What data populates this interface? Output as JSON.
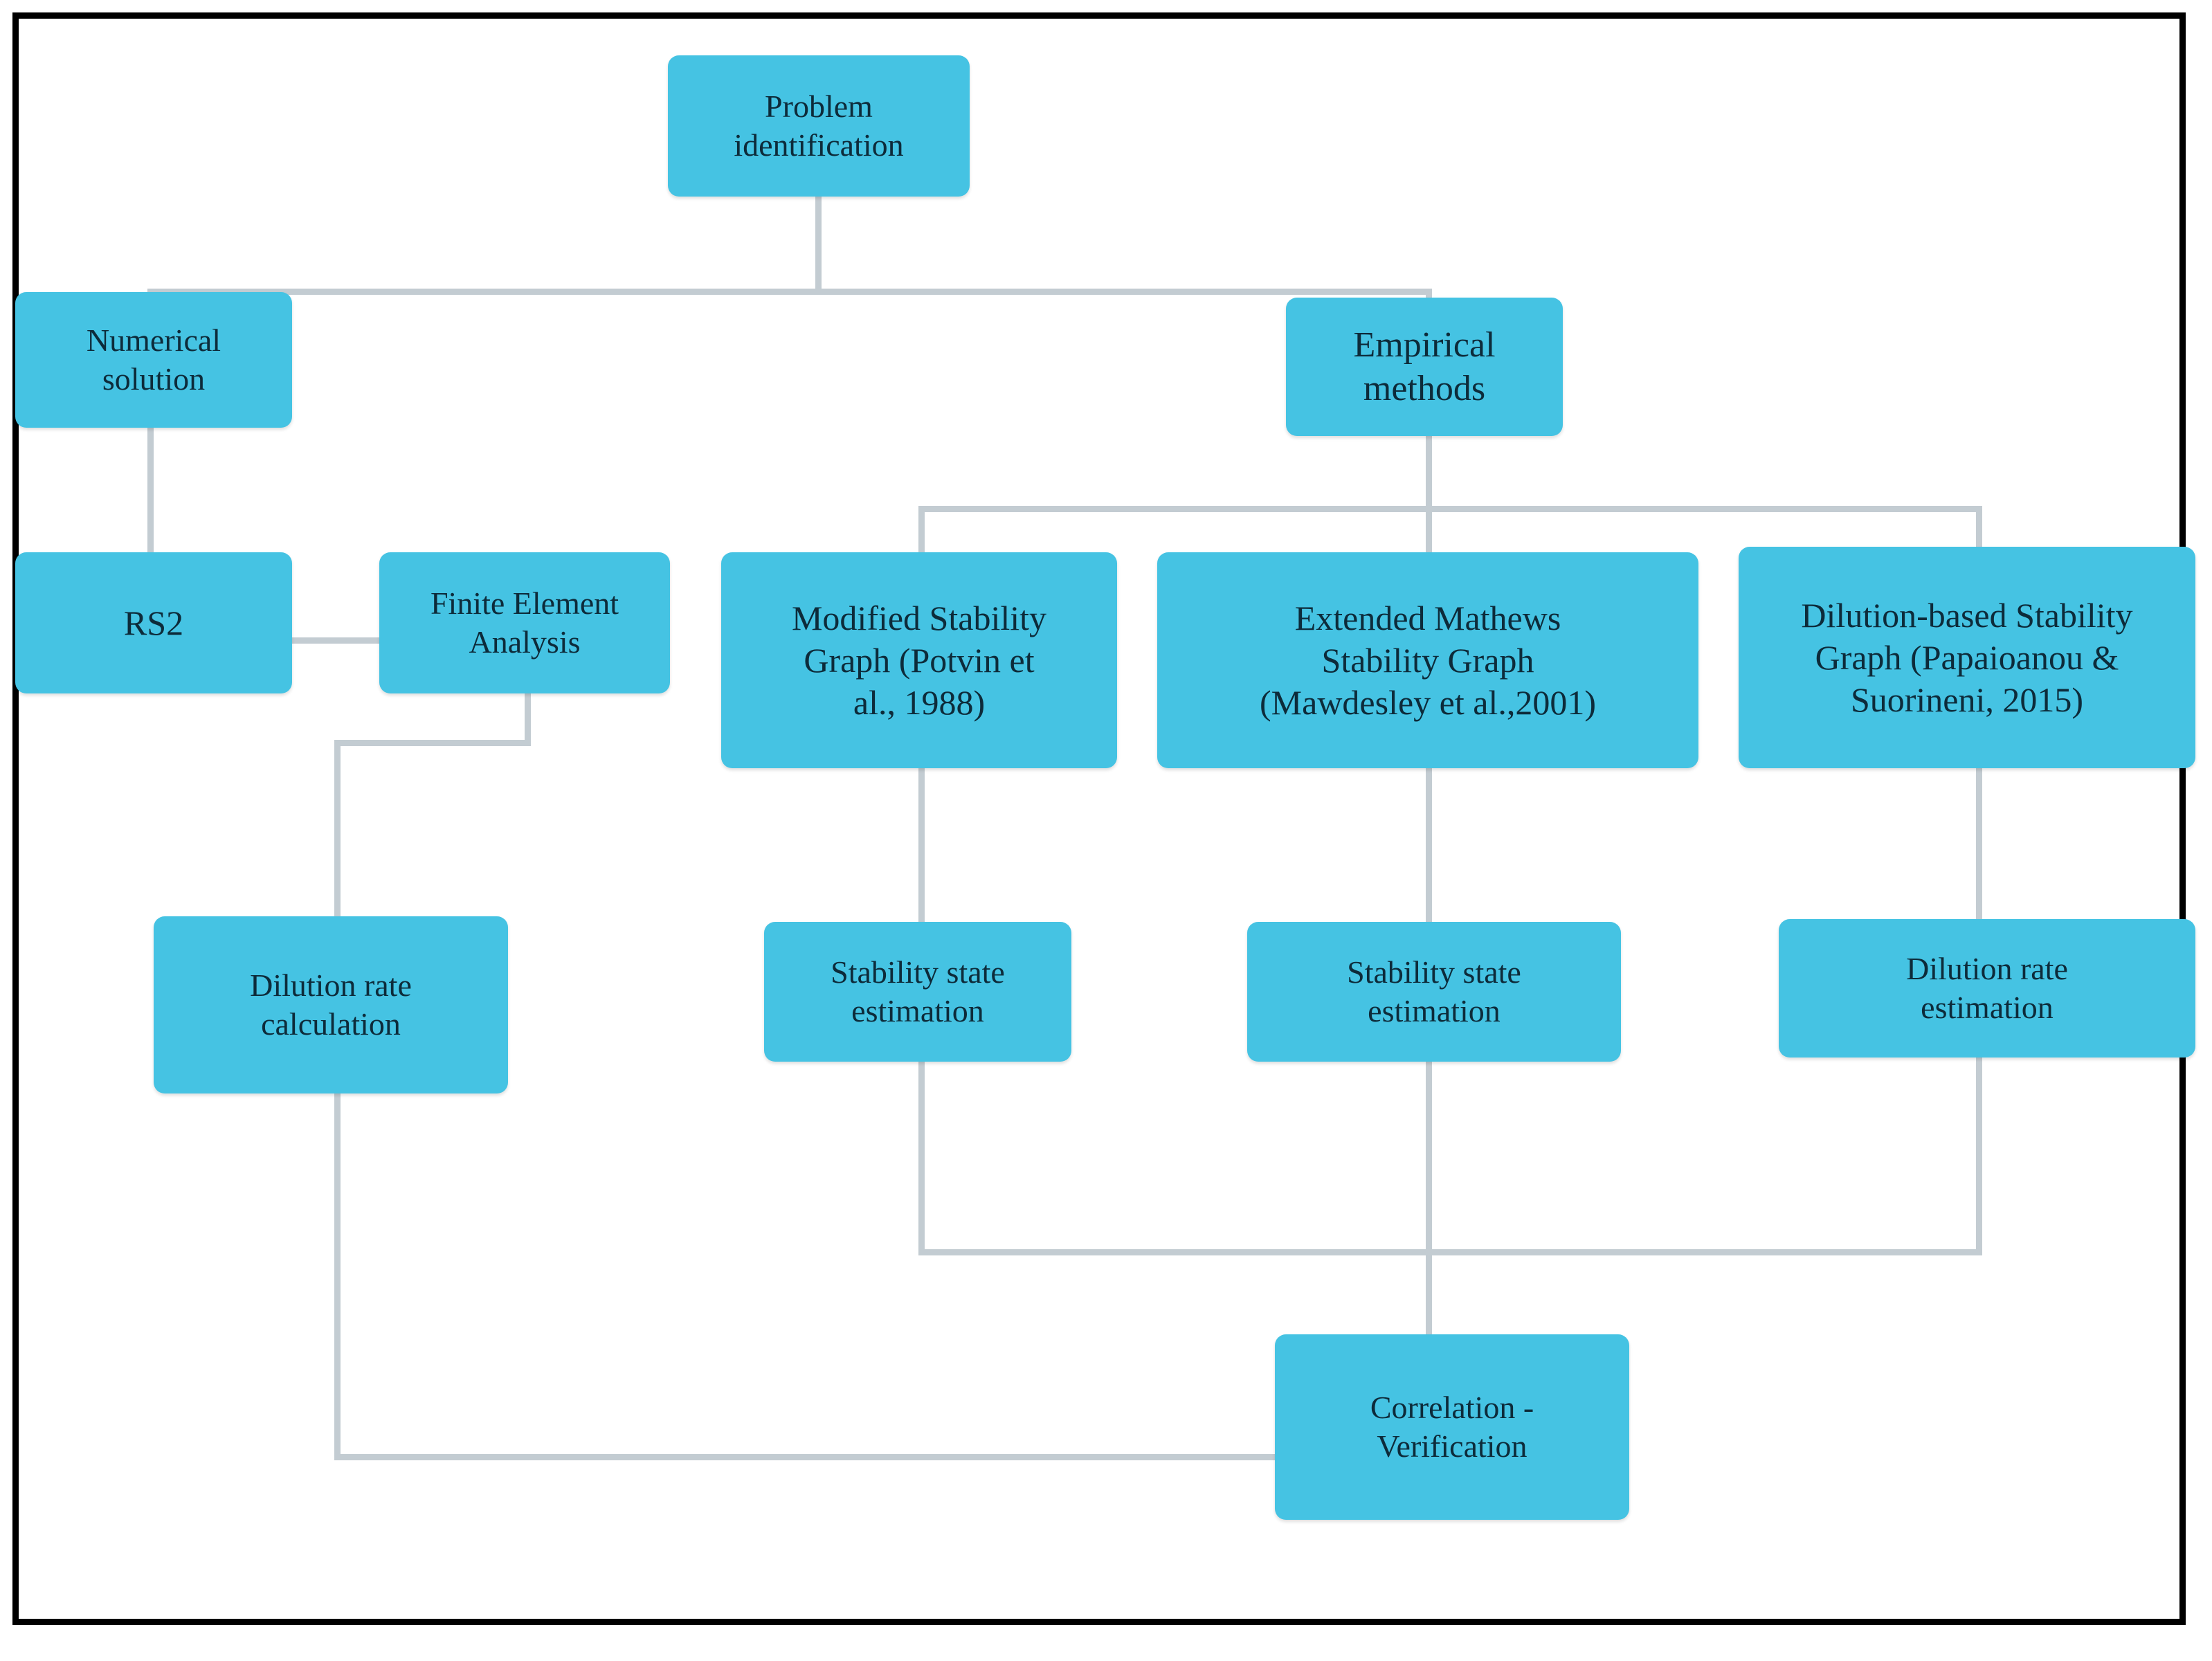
{
  "diagram": {
    "type": "flowchart",
    "title": "Research methodology flowchart",
    "accent_color": "#45c3e3",
    "connector_color": "#c3ccd2",
    "frame_color": "#000000",
    "text_color": "#0d2b3a"
  },
  "nodes": {
    "problem_identification": "Problem\nidentification",
    "numerical_solution": "Numerical\nsolution",
    "empirical_methods": "Empirical\nmethods",
    "rs2": "RS2",
    "finite_element_analysis": "Finite Element\nAnalysis",
    "modified_stability_graph": "Modified Stability\nGraph (Potvin et\nal., 1988)",
    "extended_mathews_graph": "Extended Mathews\nStability Graph\n(Mawdesley et al.,2001)",
    "dilution_based_graph": "Dilution-based Stability\nGraph (Papaioanou &\nSuorineni, 2015)",
    "dilution_rate_calculation": "Dilution rate\ncalculation",
    "stability_state_estimation_1": "Stability state\nestimation",
    "stability_state_estimation_2": "Stability state\nestimation",
    "dilution_rate_estimation": "Dilution rate\nestimation",
    "correlation_verification": "Correlation -\nVerification"
  },
  "edges": [
    {
      "from": "problem_identification",
      "to": "numerical_solution"
    },
    {
      "from": "problem_identification",
      "to": "empirical_methods"
    },
    {
      "from": "numerical_solution",
      "to": "rs2"
    },
    {
      "from": "rs2",
      "to": "finite_element_analysis"
    },
    {
      "from": "finite_element_analysis",
      "to": "dilution_rate_calculation"
    },
    {
      "from": "empirical_methods",
      "to": "modified_stability_graph"
    },
    {
      "from": "empirical_methods",
      "to": "extended_mathews_graph"
    },
    {
      "from": "empirical_methods",
      "to": "dilution_based_graph"
    },
    {
      "from": "modified_stability_graph",
      "to": "stability_state_estimation_1"
    },
    {
      "from": "extended_mathews_graph",
      "to": "stability_state_estimation_2"
    },
    {
      "from": "dilution_based_graph",
      "to": "dilution_rate_estimation"
    },
    {
      "from": "stability_state_estimation_1",
      "to": "correlation_verification"
    },
    {
      "from": "stability_state_estimation_2",
      "to": "correlation_verification"
    },
    {
      "from": "dilution_rate_estimation",
      "to": "correlation_verification"
    },
    {
      "from": "dilution_rate_calculation",
      "to": "correlation_verification"
    }
  ]
}
